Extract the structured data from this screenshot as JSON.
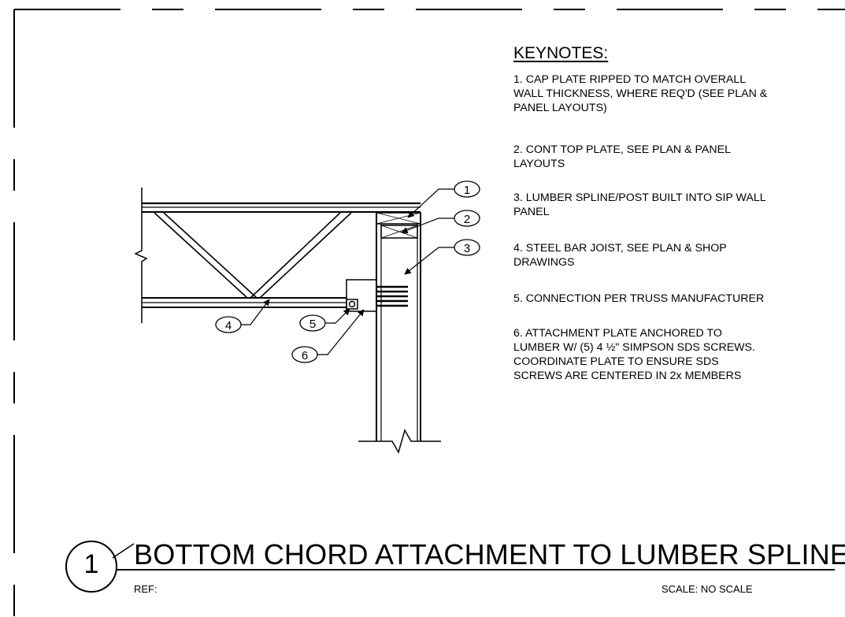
{
  "keynotes": {
    "title": "KEYNOTES:",
    "items": [
      {
        "lines": [
          "1. CAP PLATE RIPPED TO MATCH OVERALL",
          "WALL THICKNESS, WHERE REQ'D (SEE PLAN &",
          "PANEL LAYOUTS)"
        ]
      },
      {
        "lines": [
          "2. CONT TOP PLATE, SEE PLAN & PANEL",
          "LAYOUTS"
        ]
      },
      {
        "lines": [
          "3. LUMBER SPLINE/POST BUILT INTO SIP WALL",
          "PANEL"
        ]
      },
      {
        "lines": [
          "4. STEEL BAR JOIST, SEE PLAN & SHOP",
          "DRAWINGS"
        ]
      },
      {
        "lines": [
          "5. CONNECTION PER TRUSS MANUFACTURER"
        ]
      },
      {
        "lines": [
          "6. ATTACHMENT PLATE ANCHORED TO",
          "LUMBER W/ (5) 4 ½\" SIMPSON SDS SCREWS.",
          "COORDINATE PLATE TO ENSURE SDS",
          "SCREWS ARE CENTERED IN 2x MEMBERS"
        ]
      }
    ]
  },
  "callouts": [
    "1",
    "2",
    "3",
    "4",
    "5",
    "6"
  ],
  "title_block": {
    "detail_number": "1",
    "title": "BOTTOM CHORD ATTACHMENT TO LUMBER SPLINE",
    "ref_label": "REF:",
    "scale_label": "SCALE:  NO SCALE"
  }
}
